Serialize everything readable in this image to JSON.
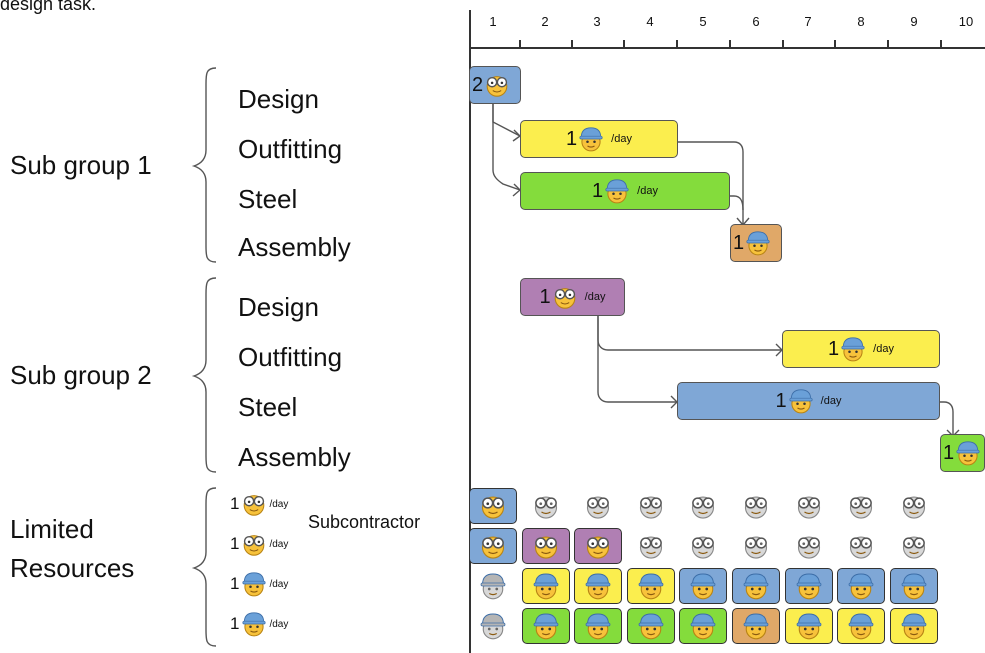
{
  "top_text": "design task.",
  "timeline": {
    "ticks": [
      "1",
      "2",
      "3",
      "4",
      "5",
      "6",
      "7",
      "8",
      "9",
      "10"
    ]
  },
  "groups": [
    {
      "label": "Sub group 1",
      "tasks": [
        "Design",
        "Outfitting",
        "Steel",
        "Assembly"
      ]
    },
    {
      "label": "Sub group 2",
      "tasks": [
        "Design",
        "Outfitting",
        "Steel",
        "Assembly"
      ]
    }
  ],
  "resources": {
    "label_line1": "Limited",
    "label_line2": "Resources",
    "rows": [
      {
        "prefix": "1",
        "unit": "/day",
        "icon": "designer-icon"
      },
      {
        "prefix": "1",
        "unit": "/day",
        "icon": "designer-icon"
      },
      {
        "prefix": "1",
        "unit": "/day",
        "icon": "worker-icon"
      },
      {
        "prefix": "1",
        "unit": "/day",
        "icon": "worker-icon"
      }
    ],
    "subcontractor": "Subcontractor"
  },
  "bars": [
    {
      "id": "sg1-design",
      "count": "2",
      "unit": "",
      "color": "#7fa7d6",
      "icon": "designer-icon"
    },
    {
      "id": "sg1-outfitting",
      "count": "1",
      "unit": "/day",
      "color": "#fbee4e",
      "icon": "worker-icon"
    },
    {
      "id": "sg1-steel",
      "count": "1",
      "unit": "/day",
      "color": "#84dc3c",
      "icon": "worker-icon"
    },
    {
      "id": "sg1-assembly",
      "count": "1",
      "unit": "",
      "color": "#e0a868",
      "icon": "worker-icon"
    },
    {
      "id": "sg2-design",
      "count": "1",
      "unit": "/day",
      "color": "#b07fb3",
      "icon": "designer-icon"
    },
    {
      "id": "sg2-outfitting",
      "count": "1",
      "unit": "/day",
      "color": "#fbee4e",
      "icon": "worker-icon"
    },
    {
      "id": "sg2-steel",
      "count": "1",
      "unit": "/day",
      "color": "#7fa7d6",
      "icon": "worker-icon"
    },
    {
      "id": "sg2-assembly",
      "count": "1",
      "unit": "",
      "color": "#84dc3c",
      "icon": "worker-icon"
    }
  ],
  "allocation": [
    [
      "#7fa7d6",
      "grey",
      "grey",
      "grey",
      "grey",
      "grey",
      "grey",
      "grey",
      "grey",
      "grey"
    ],
    [
      "#7fa7d6",
      "#b07fb3",
      "#b07fb3",
      "grey",
      "grey",
      "grey",
      "grey",
      "grey",
      "grey",
      "grey"
    ],
    [
      "grey",
      "#fbee4e",
      "#fbee4e",
      "#fbee4e",
      "#7fa7d6",
      "#7fa7d6",
      "#7fa7d6",
      "#7fa7d6",
      "#7fa7d6",
      "#84dc3c"
    ],
    [
      "grey",
      "#84dc3c",
      "#84dc3c",
      "#84dc3c",
      "#84dc3c",
      "#e0a868",
      "#fbee4e",
      "#fbee4e",
      "#fbee4e",
      "grey"
    ]
  ],
  "colors": {
    "blue": "#7fa7d6",
    "yellow": "#fbee4e",
    "green": "#84dc3c",
    "orange": "#e0a868",
    "purple": "#b07fb3",
    "grey_icon": "#bdbdbd"
  }
}
